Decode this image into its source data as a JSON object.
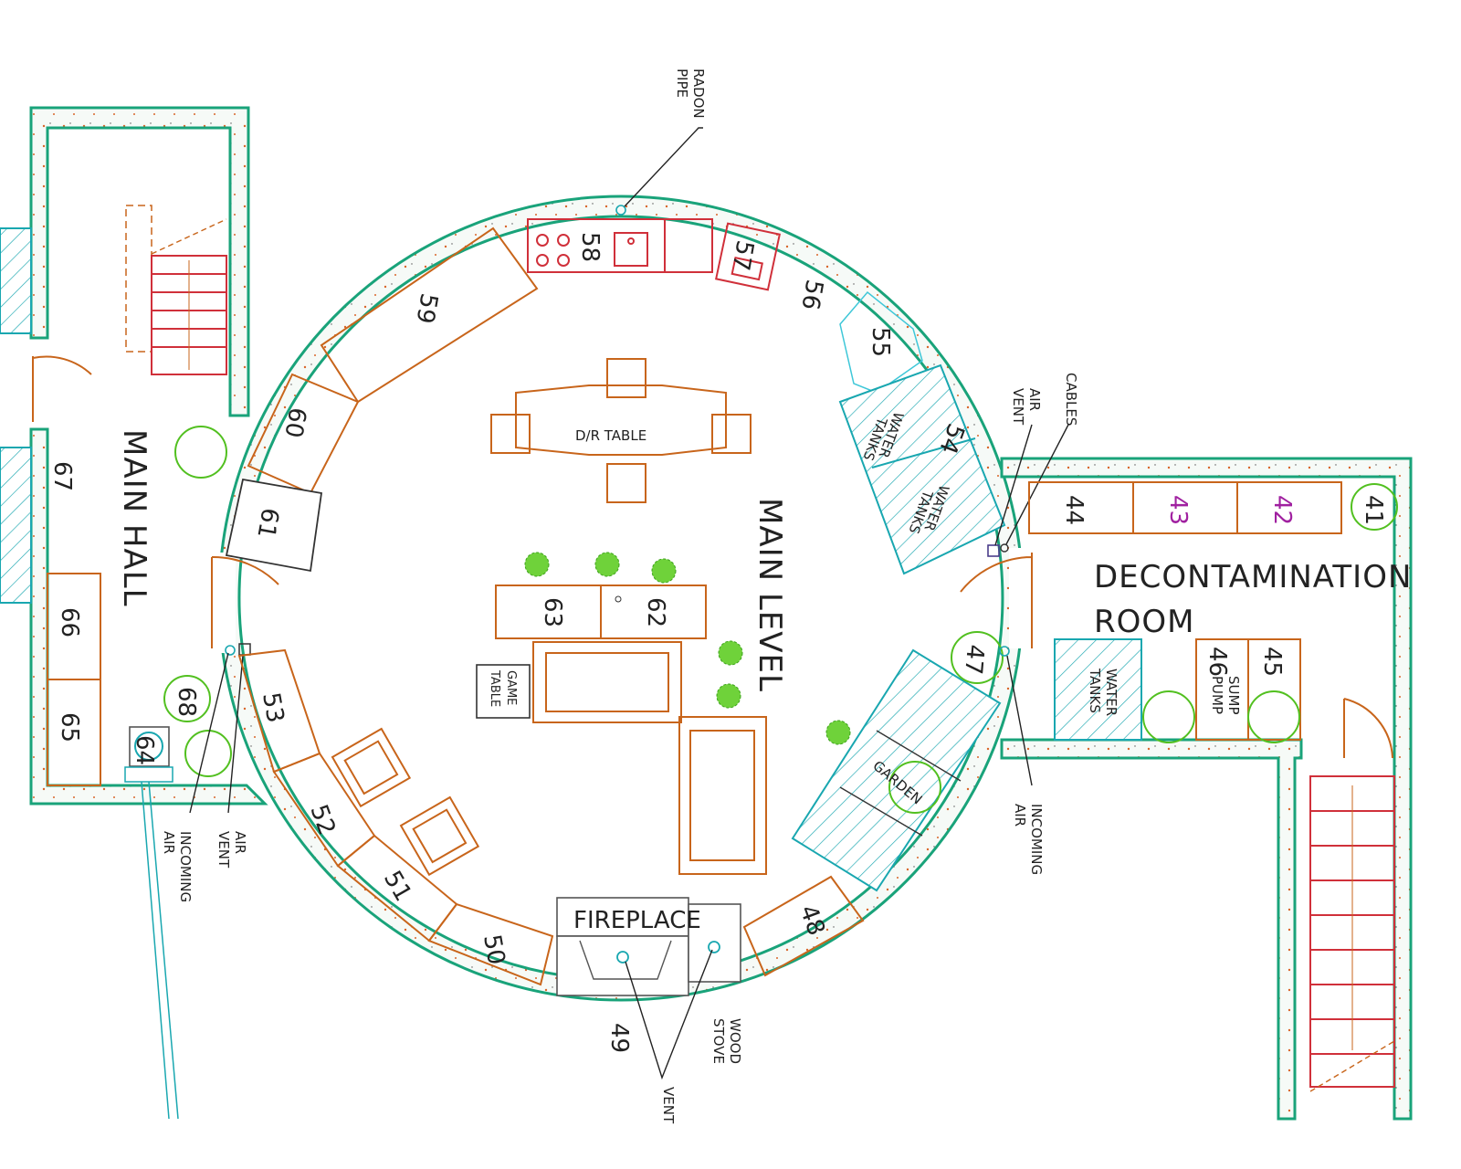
{
  "labels": {
    "main_level": "MAIN LEVEL",
    "main_hall": "MAIN HALL",
    "decon_line1": "DECONTAMINATION",
    "decon_line2": "ROOM",
    "dr_table": "D/R TABLE",
    "game_table_1": "GAME",
    "game_table_2": "TABLE",
    "fireplace": "FIREPLACE",
    "garden": "GARDEN",
    "water_tanks_a_1": "WATER",
    "water_tanks_a_2": "TANKS",
    "water_tanks_b_1": "WATER",
    "water_tanks_b_2": "TANKS",
    "water_tanks_c_1": "WATER",
    "water_tanks_c_2": "TANKS",
    "sump_pump_1": "SUMP",
    "sump_pump_2": "PUMP",
    "radon_1": "RADON",
    "radon_2": "PIPE",
    "cables": "CABLES",
    "air_vent_r_1": "AIR",
    "air_vent_r_2": "VENT",
    "incoming_air_r_1": "INCOMING",
    "incoming_air_r_2": "AIR",
    "air_vent_l_1": "AIR",
    "air_vent_l_2": "VENT",
    "incoming_air_l_1": "INCOMING",
    "incoming_air_l_2": "AIR",
    "wood_stove_1": "WOOD",
    "wood_stove_2": "STOVE",
    "vent": "VENT"
  },
  "numbers": {
    "n41": "41",
    "n42": "42",
    "n43": "43",
    "n44": "44",
    "n45": "45",
    "n46": "46",
    "n47": "47",
    "n48": "48",
    "n49": "49",
    "n50": "50",
    "n51": "51",
    "n52": "52",
    "n53": "53",
    "n54": "54",
    "n55": "55",
    "n56": "56",
    "n57": "57",
    "n58": "58",
    "n59": "59",
    "n60": "60",
    "n61": "61",
    "n62": "62",
    "n63": "63",
    "n64": "64",
    "n65": "65",
    "n66": "66",
    "n67": "67",
    "n68": "68"
  },
  "colors": {
    "wall": "#19a37a",
    "furniture": "#c8651b",
    "water": "#19a7b0",
    "plants": "#52c020",
    "kitchen": "#d0303a",
    "highlight_numbers": "#a020a0"
  }
}
